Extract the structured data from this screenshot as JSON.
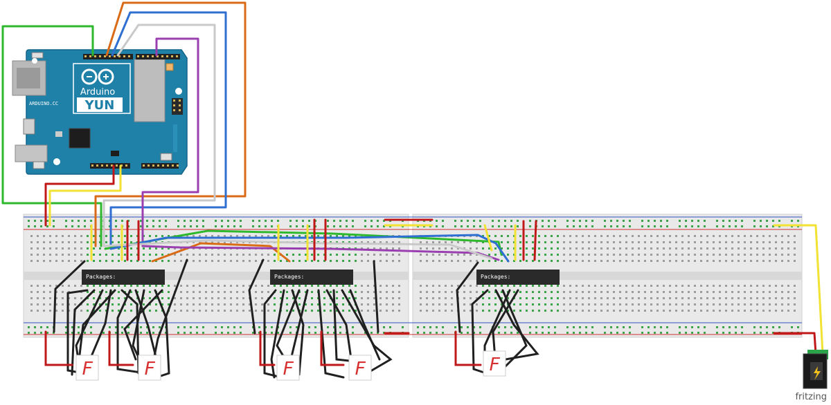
{
  "board": {
    "name": "Arduino",
    "model": "YUN",
    "site": "ARDUINO.CC",
    "colors": {
      "pcb": "#1f80a8",
      "pcb_edge": "#14648a",
      "header": "#222222"
    }
  },
  "breadboard": {
    "colors": {
      "body": "#e8e8e8",
      "rail_red": "#d03030",
      "rail_blue": "#3050c0",
      "hole_active": "#3aa548"
    }
  },
  "chips": [
    {
      "label": "Packages:"
    },
    {
      "label": "Packages:"
    },
    {
      "label": "Packages:"
    }
  ],
  "displays": [
    {
      "glyph": "F"
    },
    {
      "glyph": "F"
    },
    {
      "glyph": "F"
    },
    {
      "glyph": "F"
    },
    {
      "glyph": "F"
    }
  ],
  "power_jack": {
    "icon": "lightning-icon"
  },
  "wire_colors": {
    "green": "#2db82d",
    "orange": "#d96b16",
    "blue": "#2f6fd1",
    "white": "#c9c9c9",
    "purple": "#9a3fb0",
    "red": "#c01818",
    "yellow": "#f2e233",
    "black": "#202020"
  },
  "brand": "fritzing"
}
